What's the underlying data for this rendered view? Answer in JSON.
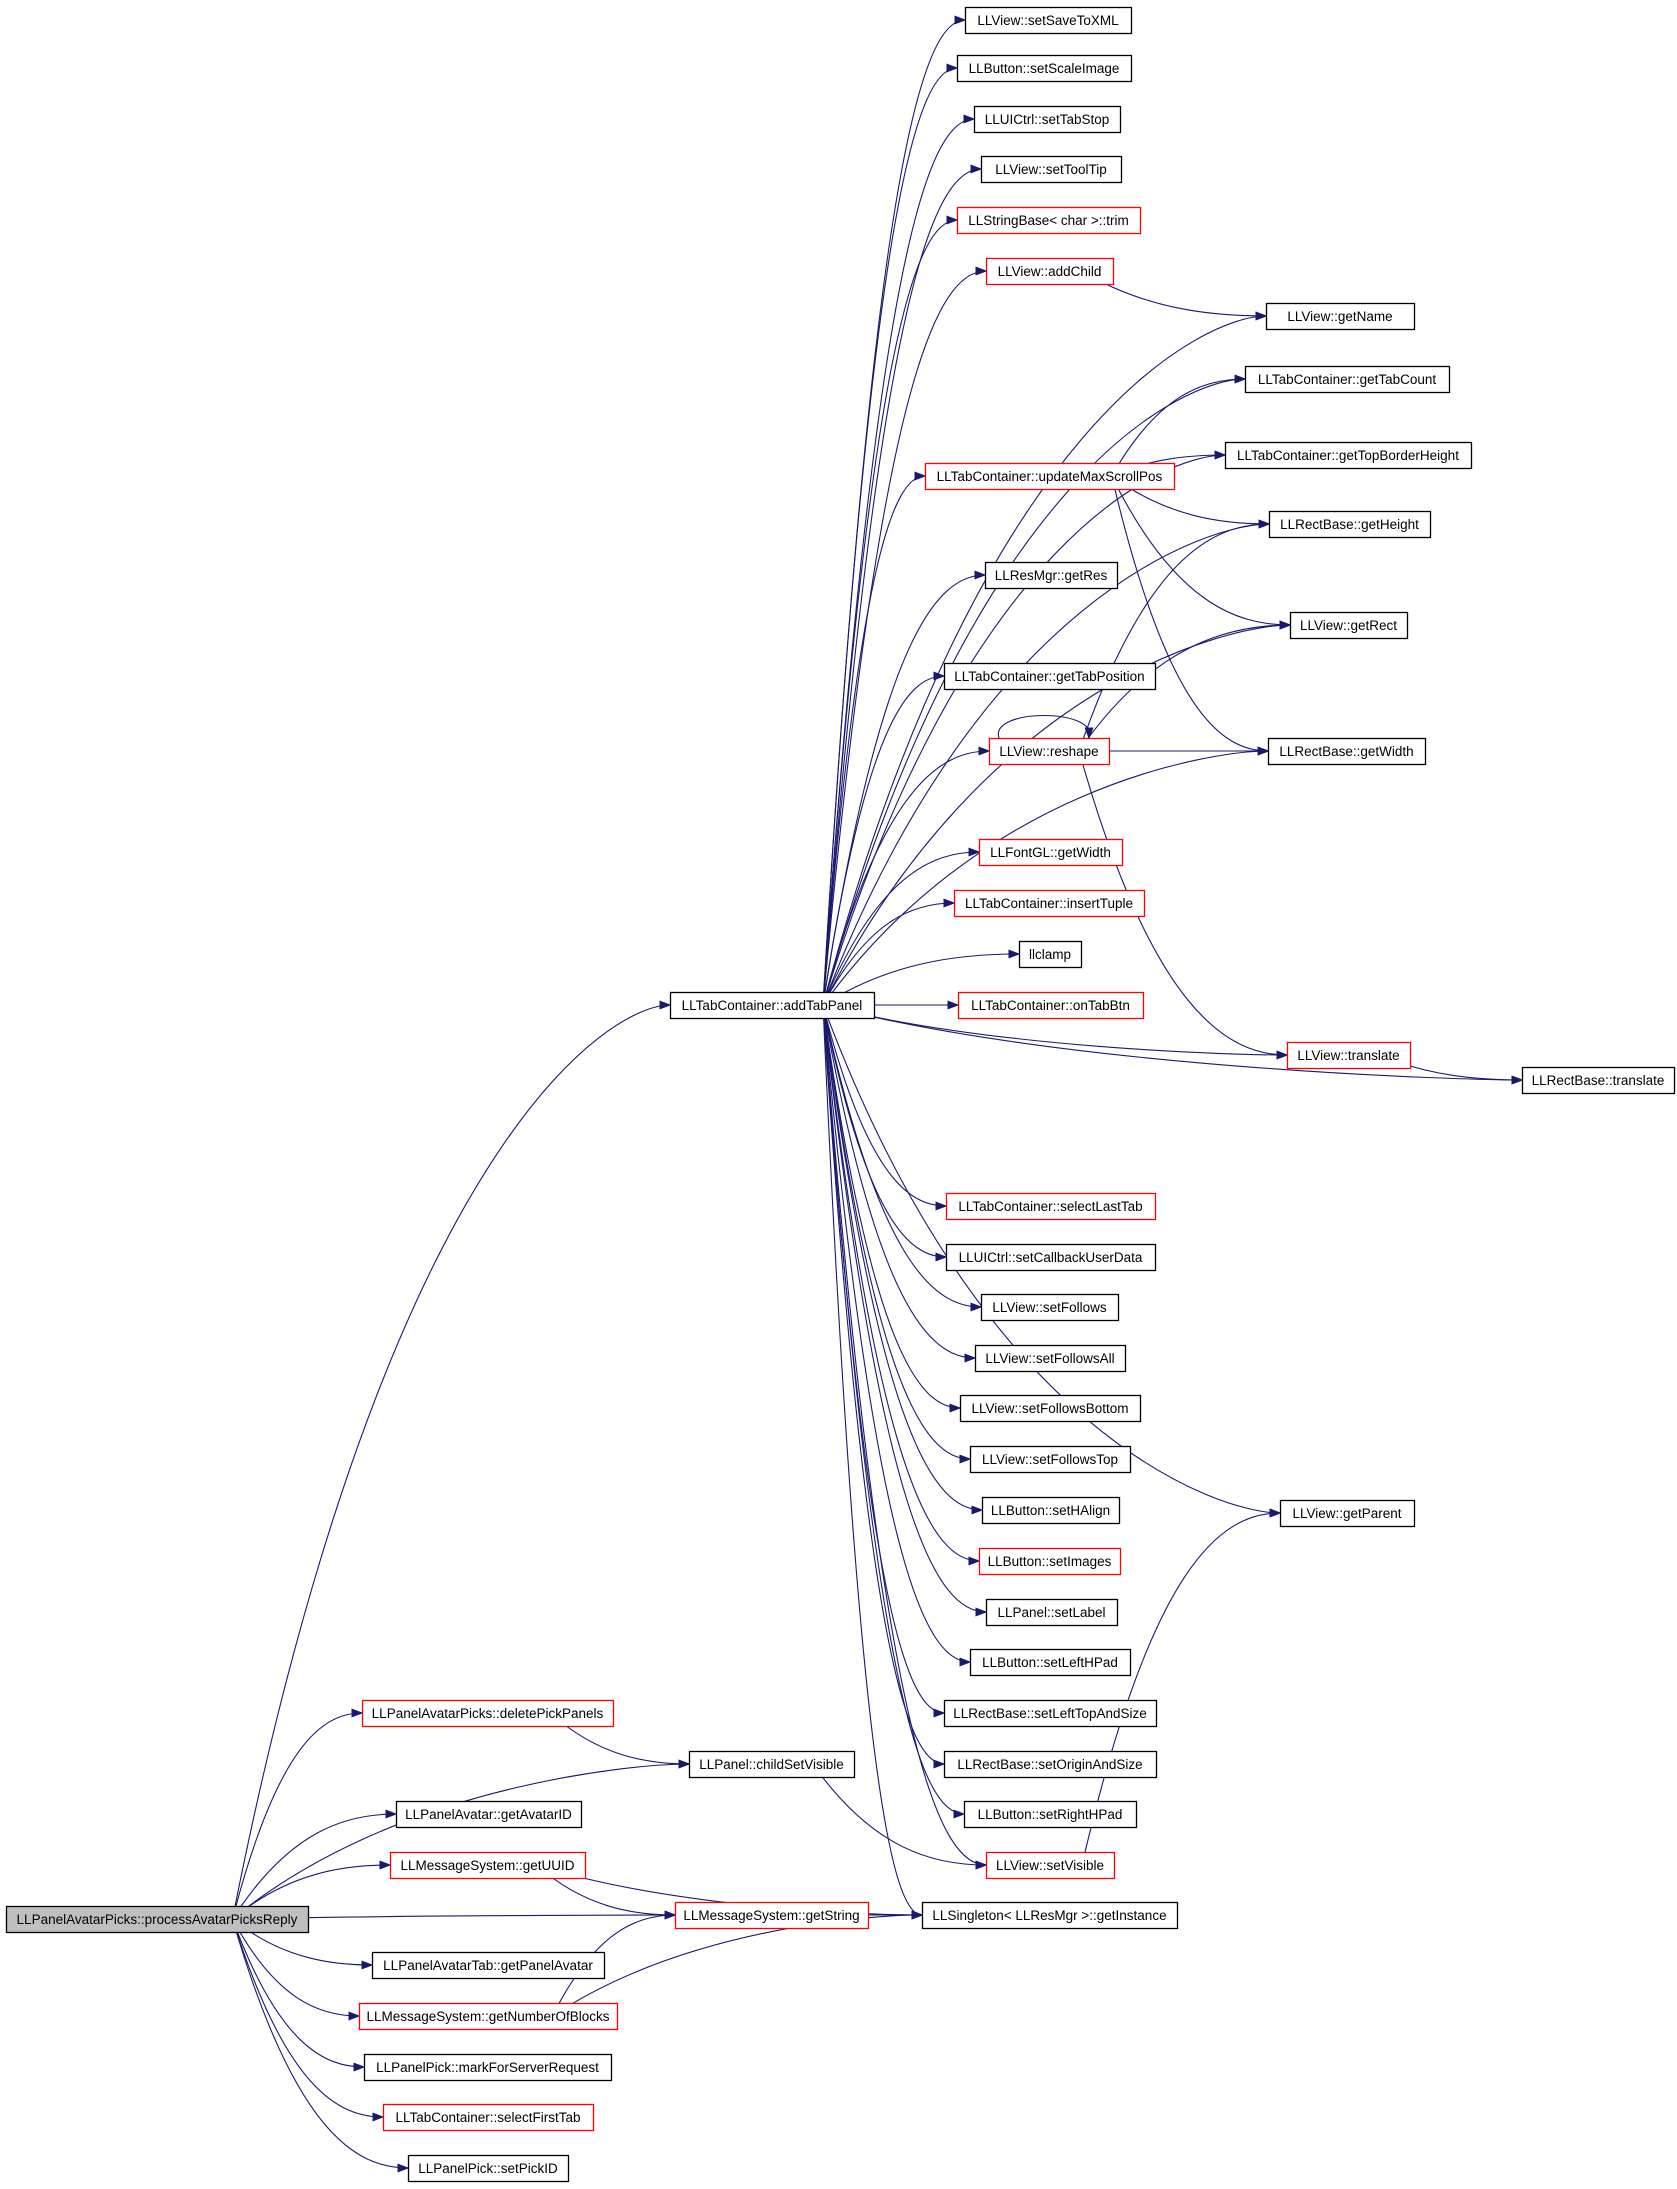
{
  "graph": {
    "edge_color": "#191970",
    "node_border_colors": {
      "normal": "#000000",
      "incomplete": "#ff0000"
    },
    "root_fill": "#bfbfbf",
    "nodes": [
      {
        "id": "root",
        "label": "LLPanelAvatarPicks::processAvatarPicksReply",
        "border": "black",
        "root": true
      },
      {
        "id": "addTabPanel",
        "label": "LLTabContainer::addTabPanel",
        "border": "black"
      },
      {
        "id": "setSaveToXML",
        "label": "LLView::setSaveToXML",
        "border": "black"
      },
      {
        "id": "setScaleImage",
        "label": "LLButton::setScaleImage",
        "border": "black"
      },
      {
        "id": "setTabStop",
        "label": "LLUICtrl::setTabStop",
        "border": "black"
      },
      {
        "id": "setToolTip",
        "label": "LLView::setToolTip",
        "border": "black"
      },
      {
        "id": "trim",
        "label": "LLStringBase< char >::trim",
        "border": "red"
      },
      {
        "id": "addChild",
        "label": "LLView::addChild",
        "border": "red"
      },
      {
        "id": "getName",
        "label": "LLView::getName",
        "border": "black"
      },
      {
        "id": "getTabCount",
        "label": "LLTabContainer::getTabCount",
        "border": "black"
      },
      {
        "id": "updateMaxScrollPos",
        "label": "LLTabContainer::updateMaxScrollPos",
        "border": "red"
      },
      {
        "id": "getTopBorderHeight",
        "label": "LLTabContainer::getTopBorderHeight",
        "border": "black"
      },
      {
        "id": "getHeight",
        "label": "LLRectBase::getHeight",
        "border": "black"
      },
      {
        "id": "getRes",
        "label": "LLResMgr::getRes",
        "border": "black"
      },
      {
        "id": "getRect",
        "label": "LLView::getRect",
        "border": "black"
      },
      {
        "id": "getTabPosition",
        "label": "LLTabContainer::getTabPosition",
        "border": "black"
      },
      {
        "id": "reshape",
        "label": "LLView::reshape",
        "border": "red"
      },
      {
        "id": "getWidthRect",
        "label": "LLRectBase::getWidth",
        "border": "black"
      },
      {
        "id": "fontGetWidth",
        "label": "LLFontGL::getWidth",
        "border": "red"
      },
      {
        "id": "insertTuple",
        "label": "LLTabContainer::insertTuple",
        "border": "red"
      },
      {
        "id": "llclamp",
        "label": "llclamp",
        "border": "black"
      },
      {
        "id": "onTabBtn",
        "label": "LLTabContainer::onTabBtn",
        "border": "red"
      },
      {
        "id": "viewTranslate",
        "label": "LLView::translate",
        "border": "red"
      },
      {
        "id": "rectTranslate",
        "label": "LLRectBase::translate",
        "border": "black"
      },
      {
        "id": "selectLastTab",
        "label": "LLTabContainer::selectLastTab",
        "border": "red"
      },
      {
        "id": "setCallbackUserData",
        "label": "LLUICtrl::setCallbackUserData",
        "border": "black"
      },
      {
        "id": "setFollows",
        "label": "LLView::setFollows",
        "border": "black"
      },
      {
        "id": "setFollowsAll",
        "label": "LLView::setFollowsAll",
        "border": "black"
      },
      {
        "id": "setFollowsBottom",
        "label": "LLView::setFollowsBottom",
        "border": "black"
      },
      {
        "id": "setFollowsTop",
        "label": "LLView::setFollowsTop",
        "border": "black"
      },
      {
        "id": "getParent",
        "label": "LLView::getParent",
        "border": "black"
      },
      {
        "id": "setHAlign",
        "label": "LLButton::setHAlign",
        "border": "black"
      },
      {
        "id": "setImages",
        "label": "LLButton::setImages",
        "border": "red"
      },
      {
        "id": "setLabel",
        "label": "LLPanel::setLabel",
        "border": "black"
      },
      {
        "id": "setLeftHPad",
        "label": "LLButton::setLeftHPad",
        "border": "black"
      },
      {
        "id": "setLeftTopAndSize",
        "label": "LLRectBase::setLeftTopAndSize",
        "border": "black"
      },
      {
        "id": "setOriginAndSize",
        "label": "LLRectBase::setOriginAndSize",
        "border": "black"
      },
      {
        "id": "setRightHPad",
        "label": "LLButton::setRightHPad",
        "border": "black"
      },
      {
        "id": "setVisible",
        "label": "LLView::setVisible",
        "border": "red"
      },
      {
        "id": "deletePickPanels",
        "label": "LLPanelAvatarPicks::deletePickPanels",
        "border": "red"
      },
      {
        "id": "childSetVisible",
        "label": "LLPanel::childSetVisible",
        "border": "black"
      },
      {
        "id": "getAvatarID",
        "label": "LLPanelAvatar::getAvatarID",
        "border": "black"
      },
      {
        "id": "getUUID",
        "label": "LLMessageSystem::getUUID",
        "border": "red"
      },
      {
        "id": "getString",
        "label": "LLMessageSystem::getString",
        "border": "red"
      },
      {
        "id": "getInstance",
        "label": "LLSingleton< LLResMgr >::getInstance",
        "border": "black"
      },
      {
        "id": "getPanelAvatar",
        "label": "LLPanelAvatarTab::getPanelAvatar",
        "border": "black"
      },
      {
        "id": "getNumberOfBlocks",
        "label": "LLMessageSystem::getNumberOfBlocks",
        "border": "red"
      },
      {
        "id": "markForServerRequest",
        "label": "LLPanelPick::markForServerRequest",
        "border": "black"
      },
      {
        "id": "selectFirstTab",
        "label": "LLTabContainer::selectFirstTab",
        "border": "red"
      },
      {
        "id": "setPickID",
        "label": "LLPanelPick::setPickID",
        "border": "black"
      }
    ],
    "edges": [
      [
        "root",
        "addTabPanel"
      ],
      [
        "root",
        "deletePickPanels"
      ],
      [
        "root",
        "childSetVisible"
      ],
      [
        "root",
        "getAvatarID"
      ],
      [
        "root",
        "getUUID"
      ],
      [
        "root",
        "getString"
      ],
      [
        "root",
        "getPanelAvatar"
      ],
      [
        "root",
        "getNumberOfBlocks"
      ],
      [
        "root",
        "markForServerRequest"
      ],
      [
        "root",
        "selectFirstTab"
      ],
      [
        "root",
        "setPickID"
      ],
      [
        "addTabPanel",
        "setSaveToXML"
      ],
      [
        "addTabPanel",
        "setScaleImage"
      ],
      [
        "addTabPanel",
        "setTabStop"
      ],
      [
        "addTabPanel",
        "setToolTip"
      ],
      [
        "addTabPanel",
        "trim"
      ],
      [
        "addTabPanel",
        "addChild"
      ],
      [
        "addTabPanel",
        "getName"
      ],
      [
        "addTabPanel",
        "getTabCount"
      ],
      [
        "addTabPanel",
        "getTopBorderHeight"
      ],
      [
        "addTabPanel",
        "updateMaxScrollPos"
      ],
      [
        "addTabPanel",
        "getHeight"
      ],
      [
        "addTabPanel",
        "getRes"
      ],
      [
        "addTabPanel",
        "getRect"
      ],
      [
        "addTabPanel",
        "getTabPosition"
      ],
      [
        "addTabPanel",
        "reshape"
      ],
      [
        "addTabPanel",
        "getWidthRect"
      ],
      [
        "addTabPanel",
        "fontGetWidth"
      ],
      [
        "addTabPanel",
        "insertTuple"
      ],
      [
        "addTabPanel",
        "llclamp"
      ],
      [
        "addTabPanel",
        "onTabBtn"
      ],
      [
        "addTabPanel",
        "viewTranslate"
      ],
      [
        "addTabPanel",
        "rectTranslate"
      ],
      [
        "addTabPanel",
        "getParent"
      ],
      [
        "addTabPanel",
        "selectLastTab"
      ],
      [
        "addTabPanel",
        "setCallbackUserData"
      ],
      [
        "addTabPanel",
        "setFollows"
      ],
      [
        "addTabPanel",
        "setFollowsAll"
      ],
      [
        "addTabPanel",
        "setFollowsBottom"
      ],
      [
        "addTabPanel",
        "setFollowsTop"
      ],
      [
        "addTabPanel",
        "setHAlign"
      ],
      [
        "addTabPanel",
        "setImages"
      ],
      [
        "addTabPanel",
        "setLabel"
      ],
      [
        "addTabPanel",
        "setLeftHPad"
      ],
      [
        "addTabPanel",
        "setLeftTopAndSize"
      ],
      [
        "addTabPanel",
        "setOriginAndSize"
      ],
      [
        "addTabPanel",
        "setRightHPad"
      ],
      [
        "addTabPanel",
        "setVisible"
      ],
      [
        "addTabPanel",
        "getInstance"
      ],
      [
        "addChild",
        "getName"
      ],
      [
        "updateMaxScrollPos",
        "getTabCount"
      ],
      [
        "updateMaxScrollPos",
        "getTopBorderHeight"
      ],
      [
        "updateMaxScrollPos",
        "getHeight"
      ],
      [
        "updateMaxScrollPos",
        "getRect"
      ],
      [
        "updateMaxScrollPos",
        "getWidthRect"
      ],
      [
        "reshape",
        "reshape"
      ],
      [
        "reshape",
        "getHeight"
      ],
      [
        "reshape",
        "getRect"
      ],
      [
        "reshape",
        "getWidthRect"
      ],
      [
        "reshape",
        "viewTranslate"
      ],
      [
        "viewTranslate",
        "rectTranslate"
      ],
      [
        "deletePickPanels",
        "childSetVisible"
      ],
      [
        "childSetVisible",
        "setVisible"
      ],
      [
        "setVisible",
        "getParent"
      ],
      [
        "getUUID",
        "getString"
      ],
      [
        "getUUID",
        "getInstance"
      ],
      [
        "getString",
        "getInstance"
      ],
      [
        "getNumberOfBlocks",
        "getString"
      ],
      [
        "getNumberOfBlocks",
        "getInstance"
      ]
    ]
  }
}
